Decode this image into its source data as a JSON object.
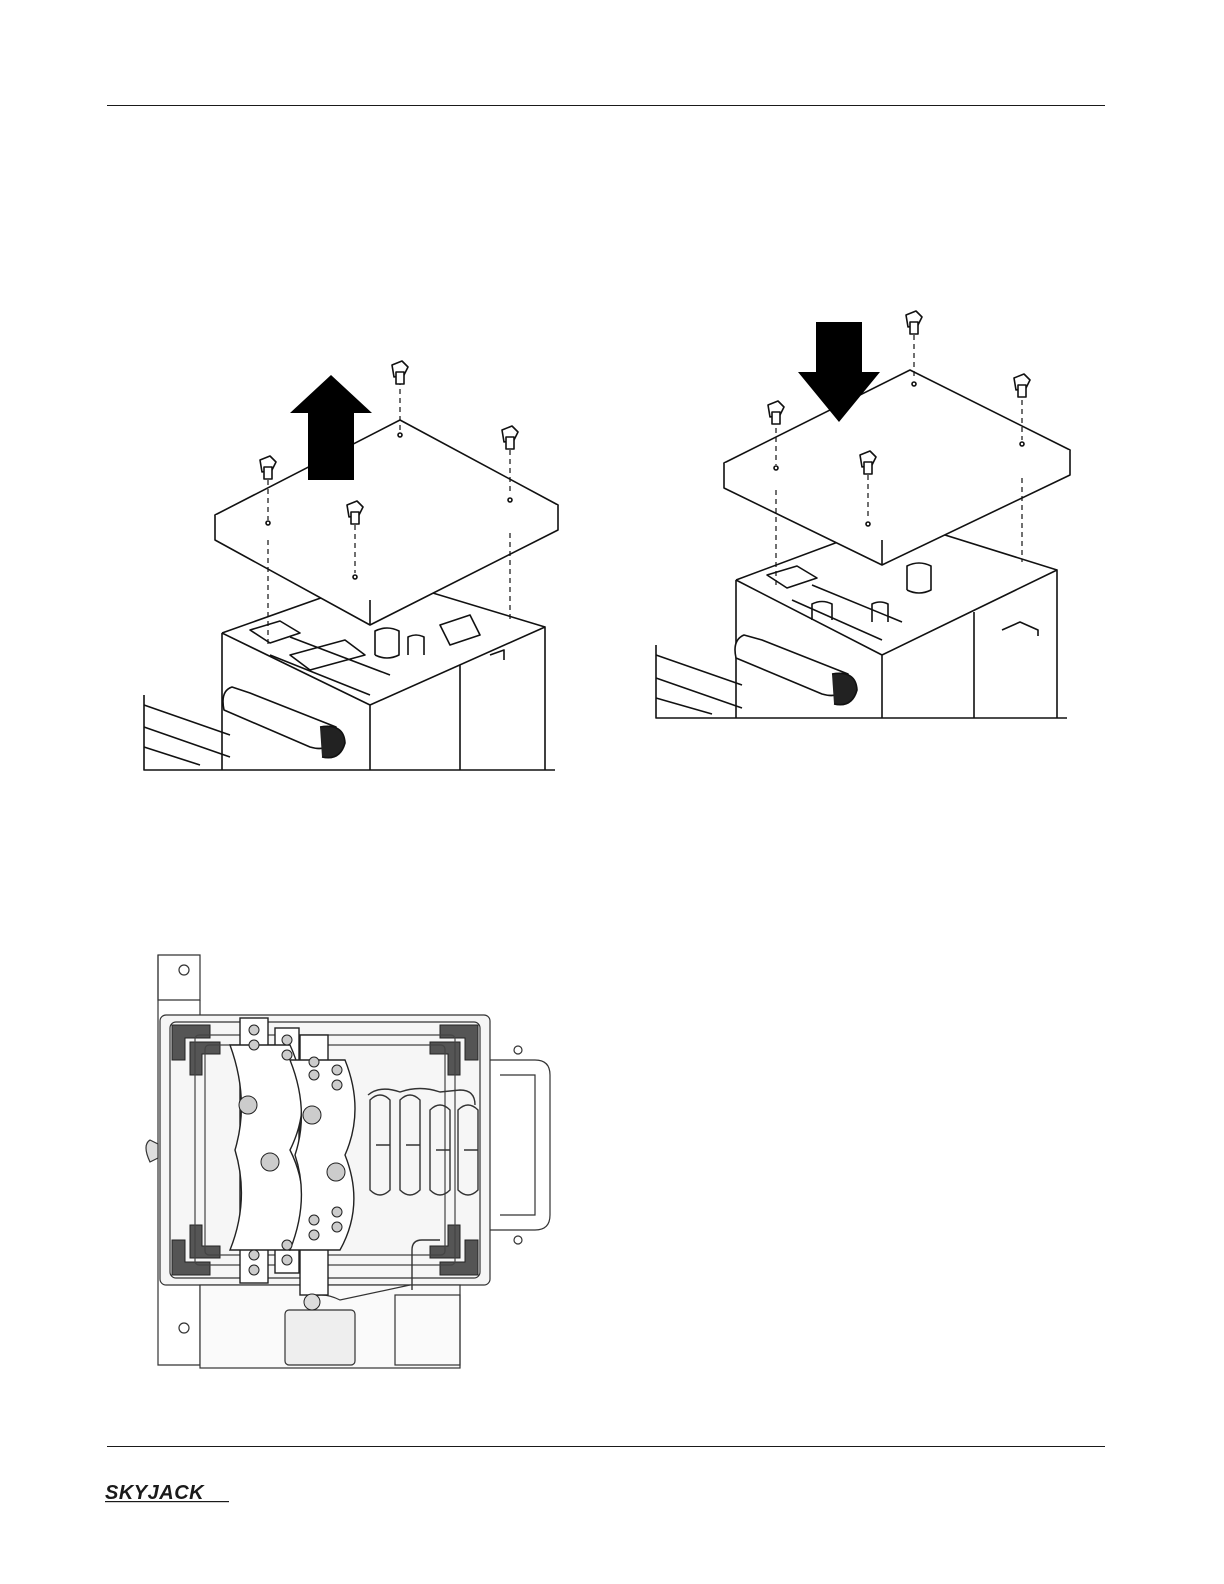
{
  "page": {
    "figures": [
      {
        "id": "cover-removal",
        "arrow": "up",
        "icon": "battery-cover-up"
      },
      {
        "id": "cover-install",
        "arrow": "down",
        "icon": "battery-cover-down"
      },
      {
        "id": "contactor-top-view",
        "icon": "contactor-assembly"
      }
    ]
  },
  "footer": {
    "logo_text": "SKYJACK",
    "logo_color": "#1a1a1a"
  }
}
